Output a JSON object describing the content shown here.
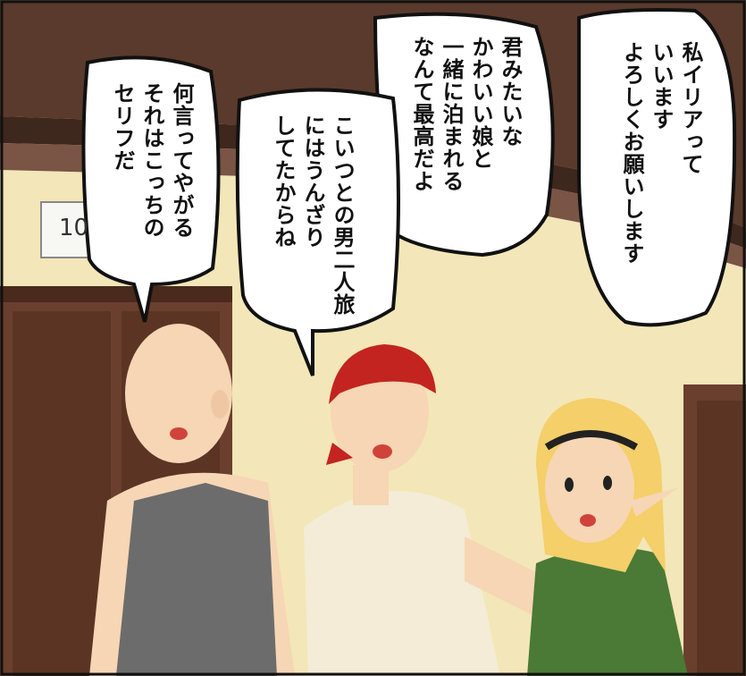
{
  "bubbles": {
    "elf": {
      "lines": [
        "私イリアって",
        "いいます",
        "よろしくお願いします"
      ]
    },
    "red_cap_top": {
      "lines": [
        "君みたいな",
        "かわいい娘と",
        "一緒に泊まれる",
        "なんて最高だよ"
      ]
    },
    "red_cap_bottom": {
      "lines": [
        "こいつとの男二人旅",
        "にはうんざり",
        "してたからね"
      ]
    },
    "bald": {
      "lines": [
        "何言ってやがる",
        "それはこっちの",
        "セリフだ"
      ]
    }
  },
  "door": {
    "number": "10"
  },
  "colors": {
    "wall": "#f3e6b8",
    "ceiling": "#5a3a2c",
    "door": "#6b3f2e",
    "skin": "#f6d6b4",
    "hair_blonde": "#f4cf6a",
    "cap_red": "#c3241f",
    "shirt_cream": "#f4ecd6",
    "tank_gray": "#6c6c6c",
    "dress_green": "#4a7a35"
  }
}
